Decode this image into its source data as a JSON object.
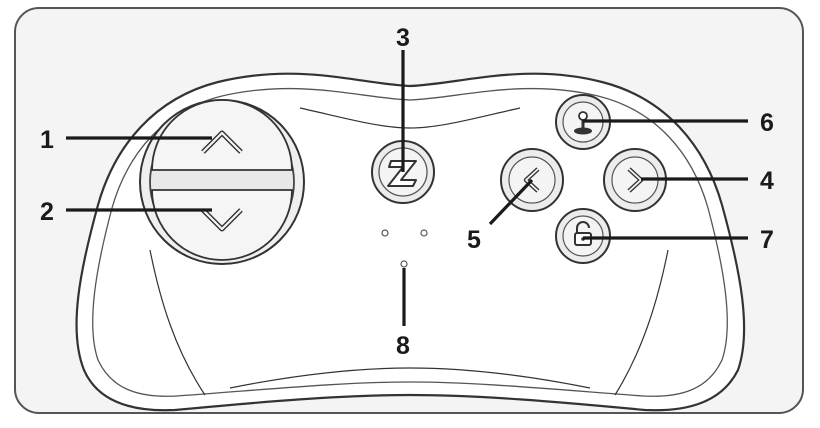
{
  "callouts": {
    "c1": "1",
    "c2": "2",
    "c3": "3",
    "c4": "4",
    "c5": "5",
    "c6": "6",
    "c7": "7",
    "c8": "8"
  },
  "colors": {
    "panel_fill": "#f4f4f4",
    "panel_border": "#555555",
    "controller_fill": "#ffffff",
    "button_fill": "#e8e8e8",
    "button_inner": "#f2f2f2",
    "ink": "#1a1a1a",
    "outline": "#333333"
  },
  "icons": {
    "up": "chevron-up-icon",
    "down": "chevron-down-icon",
    "logo": "z-logo-icon",
    "right": "chevron-right-icon",
    "left": "chevron-left-icon",
    "joystick": "joystick-icon",
    "lock": "unlock-icon",
    "leds": "indicator-light-icon"
  }
}
